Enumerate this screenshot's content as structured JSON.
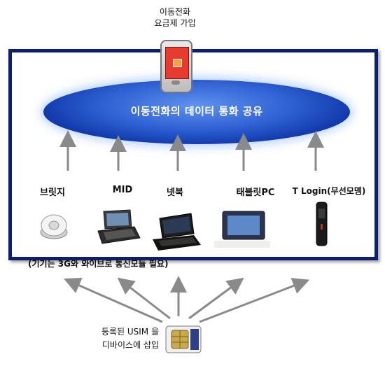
{
  "top_label_line1": "이동전화",
  "top_label_line2": "요금제 가입",
  "ellipse_text": "이동전화의 데이터 통화 공유",
  "devices": [
    {
      "label": "브릿지",
      "icon": "bridge-device-icon"
    },
    {
      "label": "MID",
      "icon": "mid-device-icon"
    },
    {
      "label": "넷북",
      "icon": "netbook-icon"
    },
    {
      "label": "태블릿PC",
      "icon": "tablet-pc-icon"
    },
    {
      "label": "T Login(무선모뎀)",
      "icon": "wireless-modem-icon"
    }
  ],
  "footnote": "(기기는 3G와 와이브로 통신모듈 필요)",
  "usim_label_line1": "등록된 USIM 을",
  "usim_label_line2": "디바이스에 삽입",
  "colors": {
    "frame": "#0b1f6e",
    "ellipse": "#2d5fd2",
    "arrow": "#8a8a8a"
  }
}
